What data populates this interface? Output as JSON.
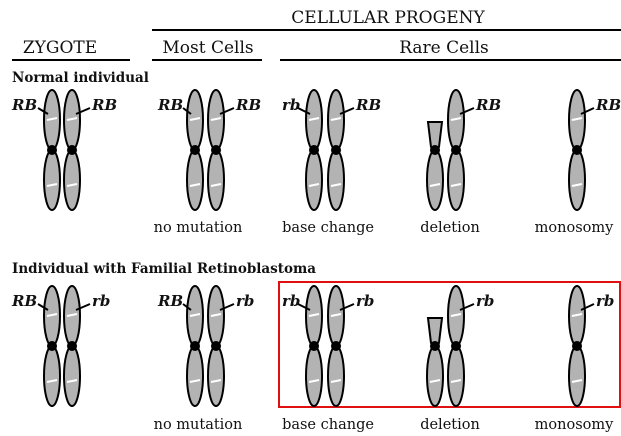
{
  "header": {
    "cellular_progeny": "CELLULAR PROGENY",
    "zygote": "ZYGOTE",
    "most_cells": "Most Cells",
    "rare_cells": "Rare Cells"
  },
  "sections": [
    {
      "title": "Normal individual",
      "panels": [
        {
          "left_label": "RB",
          "right_label": "RB",
          "caption": ""
        },
        {
          "left_label": "RB",
          "right_label": "RB",
          "caption": "no mutation"
        },
        {
          "left_label": "rb",
          "right_label": "RB",
          "caption": "base change"
        },
        {
          "left_label": "",
          "right_label": "RB",
          "caption": "deletion"
        },
        {
          "left_label": "",
          "right_label": "RB",
          "caption": "monosomy"
        }
      ]
    },
    {
      "title": "Individual with Familial Retinoblastoma",
      "panels": [
        {
          "left_label": "RB",
          "right_label": "rb",
          "caption": ""
        },
        {
          "left_label": "RB",
          "right_label": "rb",
          "caption": "no mutation"
        },
        {
          "left_label": "rb",
          "right_label": "rb",
          "caption": "base change"
        },
        {
          "left_label": "",
          "right_label": "rb",
          "caption": "deletion"
        },
        {
          "left_label": "",
          "right_label": "rb",
          "caption": "monosomy"
        }
      ]
    }
  ],
  "colors": {
    "chromosome_fill": "#b3b3b3",
    "highlight_box": "#e01010"
  }
}
